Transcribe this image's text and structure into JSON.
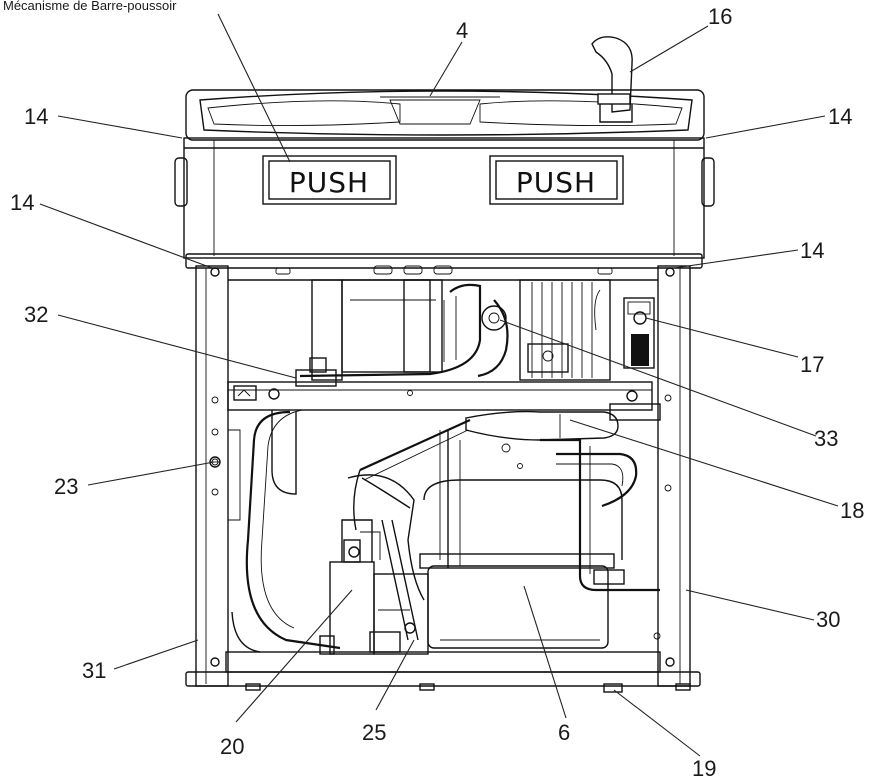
{
  "diagram": {
    "labels": {
      "mechanism": "Mécanisme de Barre-poussoir",
      "n4": "4",
      "n16": "16",
      "n14a": "14",
      "n14b": "14",
      "n14c": "14",
      "n14d": "14",
      "n32": "32",
      "n17": "17",
      "n33": "33",
      "n23": "23",
      "n18": "18",
      "n30": "30",
      "n31": "31",
      "n20": "20",
      "n25": "25",
      "n6": "6",
      "n19": "19"
    },
    "panel": {
      "push_left": "PUSH",
      "push_right": "PUSH"
    }
  }
}
